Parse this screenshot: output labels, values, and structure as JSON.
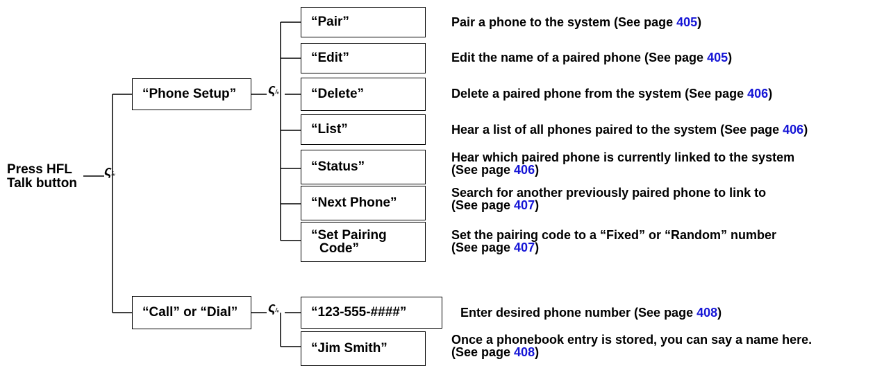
{
  "root": {
    "line1": "Press HFL",
    "line2": "Talk button"
  },
  "level1": [
    {
      "label": "“Phone Setup”"
    },
    {
      "label": "“Call” or “Dial”"
    }
  ],
  "phone_setup": [
    {
      "label": "“Pair”",
      "desc": "Pair a phone to the system (See page ",
      "page": "405",
      "tail": ")"
    },
    {
      "label": "“Edit”",
      "desc": "Edit the name of a paired phone (See page ",
      "page": "405",
      "tail": ")"
    },
    {
      "label": "“Delete”",
      "desc": "Delete a paired phone from the system (See page ",
      "page": "406",
      "tail": ")"
    },
    {
      "label": "“List”",
      "desc": "Hear a list of all phones paired to the system (See page ",
      "page": "406",
      "tail": ")"
    },
    {
      "label": "“Status”",
      "desc1": "Hear which paired phone is currently linked to the system",
      "desc2": "(See page ",
      "page": "406",
      "tail": ")"
    },
    {
      "label": "“Next Phone”",
      "desc1": "Search for another previously paired phone to link to",
      "desc2": "(See page ",
      "page": "407",
      "tail": ")"
    },
    {
      "label1": "“Set Pairing",
      "label2": "Code”",
      "desc1": "Set the pairing code to a “Fixed” or “Random” number",
      "desc2": "(See page ",
      "page": "407",
      "tail": ")"
    }
  ],
  "call_dial": [
    {
      "label": "“123-555-####”",
      "desc": "Enter desired phone number (See page ",
      "page": "408",
      "tail": ")"
    },
    {
      "label": "“Jim Smith”",
      "desc1": "Once a phonebook entry is stored, you can say a name here.",
      "desc2": "(See page ",
      "page": "408",
      "tail": ")"
    }
  ],
  "colors": {
    "link": "#1515d6",
    "line": "#000000"
  },
  "icons": {
    "voice": "voice-command-icon"
  }
}
